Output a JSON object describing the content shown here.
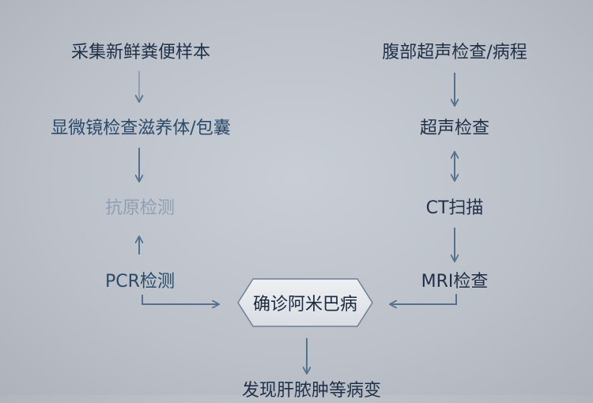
{
  "left_chain": {
    "step1": "采集新鲜粪便样本",
    "step2": "显微镜检查滋养体/包囊",
    "step3": "抗原检测",
    "step4": "PCR检测"
  },
  "right_chain": {
    "step1": "腹部超声检查/病程",
    "step2": "超声检查",
    "step3": "CT扫描",
    "step4": "MRI检查"
  },
  "center": {
    "diagnosis": "确诊阿米巴病",
    "finding": "发现肝脓肿等病变"
  },
  "colors": {
    "background": "#bfc4cc",
    "text": "#1f3148",
    "arrow": "#55718f",
    "hex_fill": "#e6e9ee",
    "hex_stroke": "#6f7f94"
  }
}
